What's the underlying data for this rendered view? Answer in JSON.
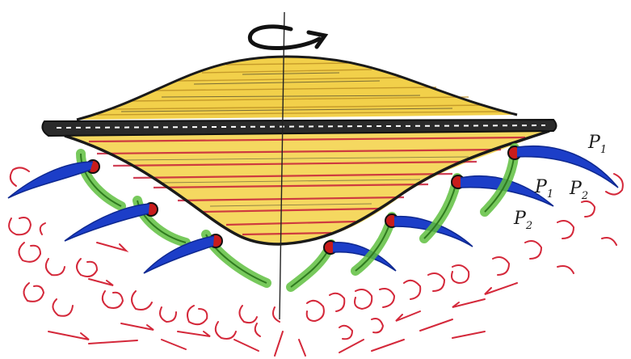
{
  "labels": {
    "p1_outer": {
      "main": "P",
      "sub": "1"
    },
    "p1_inner": {
      "main": "P",
      "sub": "1"
    },
    "p2_upper": {
      "main": "P",
      "sub": "2"
    },
    "p2_lower": {
      "main": "P",
      "sub": "2"
    }
  },
  "colors": {
    "hull": "#1a1a1a",
    "dome": "#e8c020",
    "stripes": "#c8203a",
    "pods": "#5fc040",
    "pod_core": "#c81c1c",
    "blades": "#1c3ec8",
    "vortices": "#d4283a"
  },
  "icons": [
    "rotation-arrow-icon"
  ]
}
